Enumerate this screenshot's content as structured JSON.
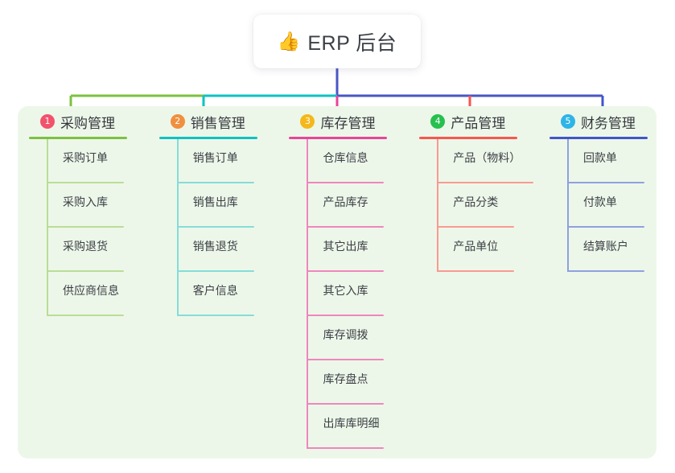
{
  "root": {
    "icon": "thumbs-up-icon",
    "emoji": "👍",
    "title": "ERP 后台"
  },
  "palette": {
    "panel_background": "#edf7e9",
    "card_background": "#ffffff",
    "text": "#3b3f46",
    "root_connector": "#4a56c4"
  },
  "columns": [
    {
      "number": "1",
      "title": "采购管理",
      "badge_color": "#f2526b",
      "line_color": "#7cc142",
      "tint_color": "#b9dd96",
      "items": [
        {
          "label": "采购订单"
        },
        {
          "label": "采购入库"
        },
        {
          "label": "采购退货"
        },
        {
          "label": "供应商信息"
        }
      ]
    },
    {
      "number": "2",
      "title": "销售管理",
      "badge_color": "#f0903f",
      "line_color": "#0ec2c0",
      "tint_color": "#85dcd9",
      "items": [
        {
          "label": "销售订单"
        },
        {
          "label": "销售出库"
        },
        {
          "label": "销售退货"
        },
        {
          "label": "客户信息"
        }
      ]
    },
    {
      "number": "3",
      "title": "库存管理",
      "badge_color": "#f5b81c",
      "line_color": "#e8449a",
      "tint_color": "#ef86bd",
      "items": [
        {
          "label": "仓库信息"
        },
        {
          "label": "产品库存"
        },
        {
          "label": "其它出库"
        },
        {
          "label": "其它入库"
        },
        {
          "label": "库存调拨"
        },
        {
          "label": "库存盘点"
        },
        {
          "label": "出库库明细"
        }
      ]
    },
    {
      "number": "4",
      "title": "产品管理",
      "badge_color": "#27c04f",
      "line_color": "#f8564e",
      "tint_color": "#f99a92",
      "items": [
        {
          "label": "产品（物料）",
          "wide": true
        },
        {
          "label": "产品分类"
        },
        {
          "label": "产品单位"
        }
      ]
    },
    {
      "number": "5",
      "title": "财务管理",
      "badge_color": "#2eb5e8",
      "line_color": "#4056c8",
      "tint_color": "#8fa0e0",
      "items": [
        {
          "label": "回款单"
        },
        {
          "label": "付款单"
        },
        {
          "label": "结算账户"
        }
      ]
    }
  ]
}
